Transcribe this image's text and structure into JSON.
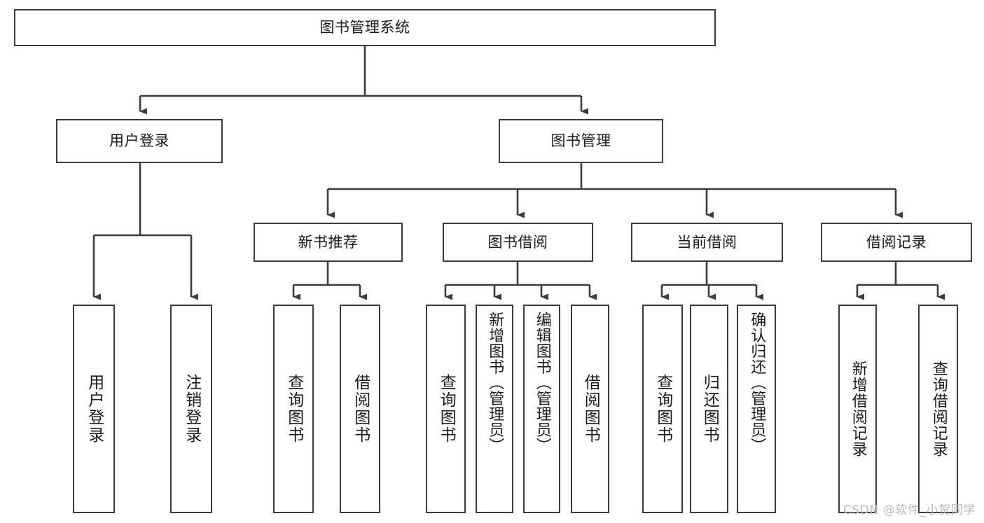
{
  "diagram": {
    "title": "图书管理系统",
    "type": "功能结构图",
    "stroke_color": "#3c3c3c",
    "text_color": "#1b1b1b",
    "background_color": "#ffffff"
  },
  "nodes": {
    "root": {
      "label": "图书管理系统"
    },
    "level1": [
      {
        "id": "user-login",
        "label": "用户登录"
      },
      {
        "id": "book-management",
        "label": "图书管理"
      }
    ],
    "level2": [
      {
        "id": "new-book-recommend",
        "label": "新书推荐"
      },
      {
        "id": "book-borrow",
        "label": "图书借阅"
      },
      {
        "id": "current-borrow",
        "label": "当前借阅"
      },
      {
        "id": "borrow-record",
        "label": "借阅记录"
      }
    ],
    "leaves": {
      "user_login": [
        {
          "id": "leaf-user-login",
          "label": "用户登录"
        },
        {
          "id": "leaf-logout-login",
          "label": "注销登录"
        }
      ],
      "new_book_recommend": [
        {
          "id": "leaf-query-book-1",
          "label": "查询图书"
        },
        {
          "id": "leaf-borrow-book-1",
          "label": "借阅图书"
        }
      ],
      "book_borrow": [
        {
          "id": "leaf-query-book-2",
          "label": "查询图书"
        },
        {
          "id": "leaf-add-book",
          "label": "新增图书（管理员）"
        },
        {
          "id": "leaf-edit-book",
          "label": "编辑图书（管理员）"
        },
        {
          "id": "leaf-borrow-book-2",
          "label": "借阅图书"
        }
      ],
      "current_borrow": [
        {
          "id": "leaf-query-book-3",
          "label": "查询图书"
        },
        {
          "id": "leaf-return-book",
          "label": "归还图书"
        },
        {
          "id": "leaf-confirm-return",
          "label": "确认归还（管理员）"
        }
      ],
      "borrow_record": [
        {
          "id": "leaf-add-record",
          "label": "新增借阅记录"
        },
        {
          "id": "leaf-query-record",
          "label": "查询借阅记录"
        }
      ]
    }
  },
  "watermark": {
    "text": "CSDN @软件_小贺同学"
  }
}
